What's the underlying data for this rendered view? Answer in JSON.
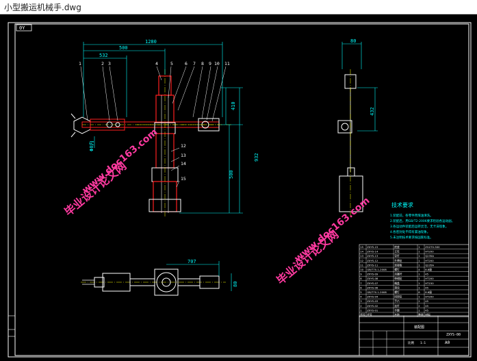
{
  "window": {
    "title": "小型搬运机械手.dwg"
  },
  "drawing": {
    "view_tab": "0Y",
    "dimensions": {
      "top_total": "1280",
      "top_sub": "500",
      "top_left": "532",
      "side_top": "80",
      "vertical_top": "410",
      "vertical_total": "932",
      "vertical_lower": "500",
      "side_vertical": "432",
      "plan_width": "707",
      "plan_height": "80",
      "diameter_label": "Φ8内"
    },
    "part_labels": [
      "1",
      "2",
      "3",
      "4",
      "5",
      "6",
      "7",
      "8",
      "9",
      "10",
      "11",
      "12",
      "13",
      "14",
      "15"
    ],
    "tech_requirements_title": "技术要求",
    "tech_requirements": [
      "1.装配前，各零件用煤油清洗。",
      "2.装配后，用GB/T2-2006要求检验各运动副。",
      "3.各运动件装配后运转灵活，无卡滞现象。",
      "4.各密封处不得有漏油现象。",
      "5.未注明技术要求按国家标准。"
    ],
    "watermarks": [
      "毕业设计论文网",
      "www.doc163.com"
    ],
    "title_block": {
      "drawing_title": "装配图",
      "drawing_number": "ZXYS-00",
      "sheet_size": "A0",
      "scale_label": "比例",
      "scale_value": "1:1"
    },
    "bom_rows": [
      [
        "15",
        "ZXYS-15",
        "底座",
        "1",
        "ZG270-500"
      ],
      [
        "14",
        "ZXYS-14",
        "立柱",
        "1",
        "HT200"
      ],
      [
        "13",
        "ZXYS-13",
        "导杆",
        "1",
        "Q235A"
      ],
      [
        "12",
        "ZXYS-12",
        "升降缸",
        "1",
        "HT200"
      ],
      [
        "11",
        "ZXYS-11",
        "连接板",
        "1",
        "Q235A"
      ],
      [
        "10",
        "GB/T70.1-2008",
        "螺钉",
        "4",
        "8.8级"
      ],
      [
        "9",
        "ZXYS-09",
        "活塞杆",
        "1",
        "45"
      ],
      [
        "8",
        "ZXYS-08",
        "伸缩缸",
        "1",
        "HT200"
      ],
      [
        "7",
        "ZXYS-07",
        "端盖",
        "1",
        "HT150"
      ],
      [
        "6",
        "ZXYS-06",
        "滑块",
        "1",
        "45"
      ],
      [
        "5",
        "GB/T70.1-2008",
        "螺钉",
        "8",
        "8.8级"
      ],
      [
        "4",
        "ZXYS-04",
        "回转缸",
        "1",
        "HT200"
      ],
      [
        "3",
        "ZXYS-03",
        "手爪",
        "2",
        "45"
      ],
      [
        "2",
        "ZXYS-02",
        "连杆",
        "2",
        "45"
      ],
      [
        "1",
        "ZXYS-01",
        "手腕",
        "1",
        "45"
      ]
    ],
    "bom_header": [
      "序号",
      "代号",
      "名称",
      "数量",
      "材料"
    ]
  },
  "colors": {
    "background": "#000000",
    "frame": "#ffffff",
    "dimension": "#00ffff",
    "part_red": "#ff2020",
    "part_white": "#ffffff",
    "leader": "#ffffff",
    "table_line": "#ffffff",
    "tech_text": "#00ffff",
    "watermark": "#ff3aa0",
    "axis": "#ffff00"
  }
}
